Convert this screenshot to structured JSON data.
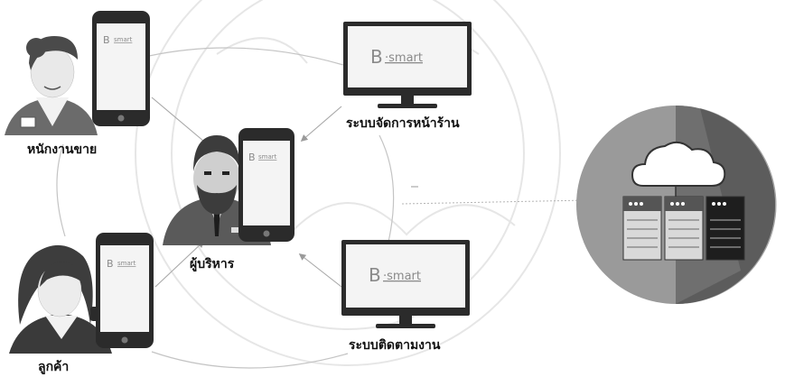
{
  "actors": {
    "sales_staff": "หนักงานขาย",
    "manager": "ผู้บริหาร",
    "customer": "ลูกค้า"
  },
  "systems": {
    "store_management": "ระบบจัดการหน้าร้าน",
    "tracking": "ระบบติดตามงาน"
  },
  "brand": {
    "large": "B·smart",
    "small": "B·smart"
  },
  "colors": {
    "line": "#bdbdbd",
    "device": "#2b2b2b",
    "screen": "#f4f4f4",
    "cloud_circle": "#8c8c8c",
    "server_dark": "#1e1e1e"
  }
}
